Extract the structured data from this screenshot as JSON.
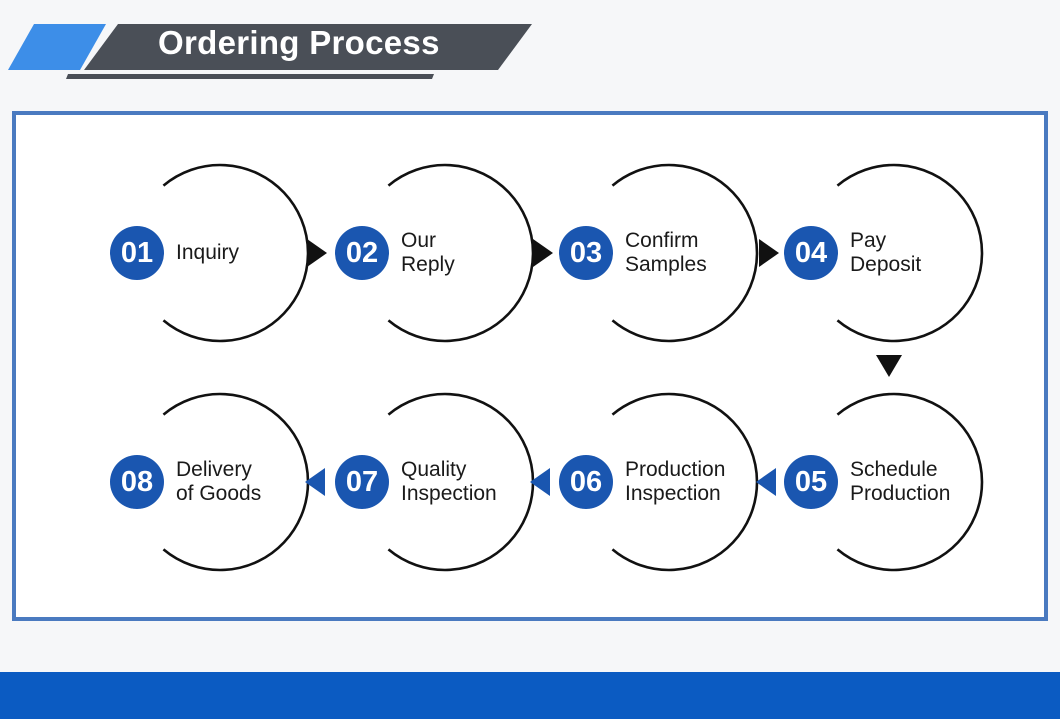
{
  "header": {
    "title": "Ordering Process"
  },
  "steps": [
    {
      "num": "01",
      "line1": "Inquiry",
      "line2": ""
    },
    {
      "num": "02",
      "line1": "Our",
      "line2": "Reply"
    },
    {
      "num": "03",
      "line1": "Confirm",
      "line2": "Samples"
    },
    {
      "num": "04",
      "line1": "Pay",
      "line2": "Deposit"
    },
    {
      "num": "05",
      "line1": "Schedule",
      "line2": "Production"
    },
    {
      "num": "06",
      "line1": "Production",
      "line2": "Inspection"
    },
    {
      "num": "07",
      "line1": "Quality",
      "line2": "Inspection"
    },
    {
      "num": "08",
      "line1": "Delivery",
      "line2": "of Goods"
    }
  ],
  "colors": {
    "accent": "#1a56b0",
    "banner": "#4a90e2",
    "banner_dark": "#4a4f57",
    "border": "#4a7ac0",
    "footer": "#0b5bc2"
  }
}
